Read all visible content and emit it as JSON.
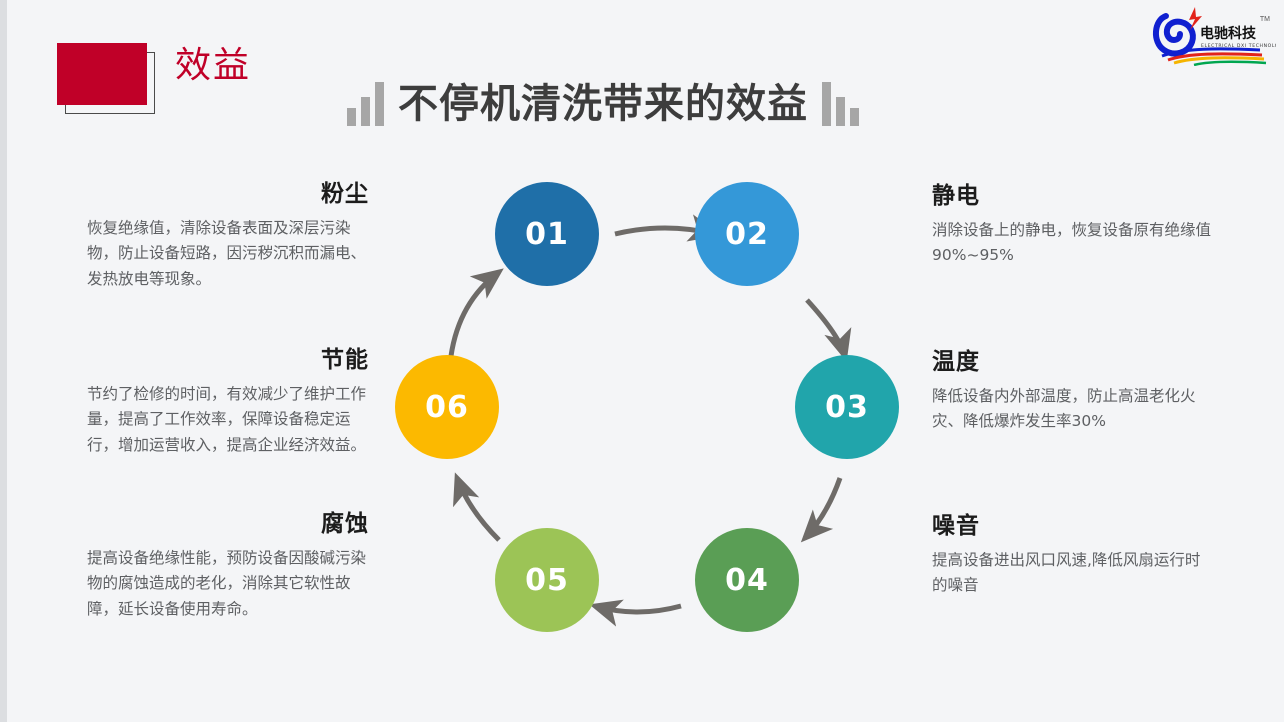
{
  "slide": {
    "background_color": "#f4f5f7",
    "badge": {
      "box_color": "#c00028",
      "label": "效益"
    },
    "title": "不停机清洗带来的效益",
    "title_color": "#3d3d3d",
    "decor_bars_color": "#a6a6a6"
  },
  "logo": {
    "brand_cn": "电驰科技",
    "brand_en": "ELECTRICAL DXI TECHNOLOGY",
    "trademark": "TM",
    "primary_color": "#1020d0"
  },
  "diagram": {
    "type": "cycle",
    "arrow_color": "#6e6b68",
    "nodes": [
      {
        "id": "01",
        "label": "01",
        "color": "#1f6fa8",
        "topic": "粉尘"
      },
      {
        "id": "02",
        "label": "02",
        "color": "#3498d8",
        "topic": "静电"
      },
      {
        "id": "03",
        "label": "03",
        "color": "#21a5ab",
        "topic": "温度"
      },
      {
        "id": "04",
        "label": "04",
        "color": "#5a9e55",
        "topic": "噪音"
      },
      {
        "id": "05",
        "label": "05",
        "color": "#9cc456",
        "topic": "腐蚀"
      },
      {
        "id": "06",
        "label": "06",
        "color": "#fcb900",
        "topic": "节能"
      }
    ]
  },
  "blocks": {
    "dust": {
      "head": "粉尘",
      "body": "恢复绝缘值，清除设备表面及深层污染物，防止设备短路，因污秽沉积而漏电、发热放电等现象。"
    },
    "energy": {
      "head": "节能",
      "body": "节约了检修的时间，有效减少了维护工作量，提高了工作效率，保障设备稳定运行，增加运营收入，提高企业经济效益。"
    },
    "corrosion": {
      "head": "腐蚀",
      "body": "提高设备绝缘性能，预防设备因酸碱污染物的腐蚀造成的老化，消除其它软性故障，延长设备使用寿命。"
    },
    "static": {
      "head": "静电",
      "body": "消除设备上的静电，恢复设备原有绝缘值90%~95%"
    },
    "temperature": {
      "head": "温度",
      "body": "降低设备内外部温度，防止高温老化火灾、降低爆炸发生率30%"
    },
    "noise": {
      "head": "噪音",
      "body": "提高设备进出风口风速,降低风扇运行时的噪音"
    }
  }
}
